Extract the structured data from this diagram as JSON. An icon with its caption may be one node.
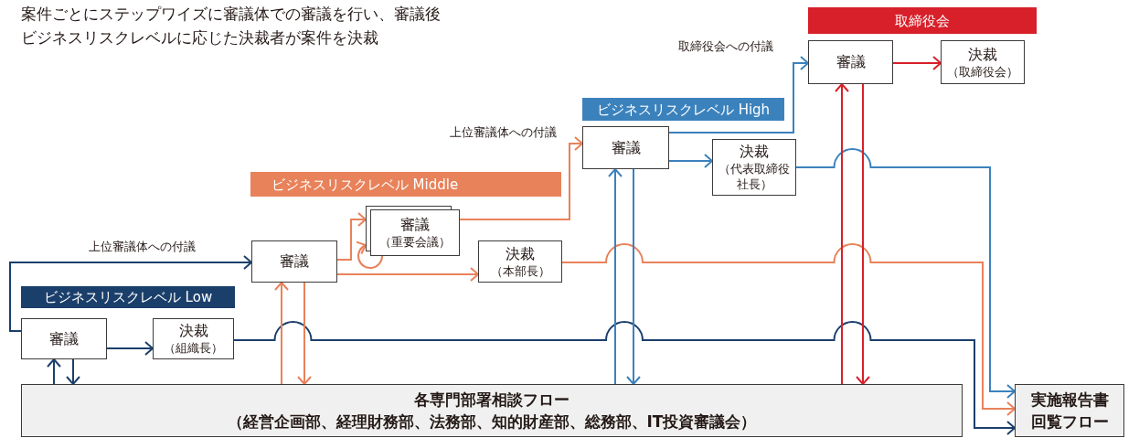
{
  "diagram": {
    "title": "案件ごとにステップワイズに審議体での審議を行い、審議後ビジネスリスクレベルに応じた決裁者が案件を決裁",
    "nodes": [
      {
        "text": [
          "ビジネスリスクレベル Low"
        ]
      },
      {
        "text": [
          "審議"
        ]
      },
      {
        "text": [
          "決裁",
          "（組織長）"
        ]
      },
      {
        "text": [
          "ビジネスリスクレベル Middle"
        ]
      },
      {
        "text": [
          "審議"
        ]
      },
      {
        "text": [
          "審議",
          "（重要会議）"
        ]
      },
      {
        "text": [
          "決裁",
          "（本部長）"
        ]
      },
      {
        "text": [
          "ビジネスリスクレベル High"
        ]
      },
      {
        "text": [
          "審議"
        ]
      },
      {
        "text": [
          "決裁",
          "（代表取締役社長）"
        ]
      },
      {
        "text": [
          "取締役会"
        ]
      },
      {
        "text": [
          "審議"
        ]
      },
      {
        "text": [
          "決裁",
          "（取締役会）"
        ]
      },
      {
        "text": [
          "各専門部署相談フロー",
          "（経営企画部、経理財務部、法務部、知的財産部、総務部、IT投資審議会）"
        ]
      },
      {
        "text": [
          "実施報告書回覧フロー"
        ]
      }
    ],
    "edges": [
      {
        "from": 1,
        "to": 4,
        "arrow": "to",
        "label": "上位審議体への付議",
        "color": "#1b3f6b"
      },
      {
        "from": 1,
        "to": 2,
        "arrow": "to",
        "color": "#1b3f6b"
      },
      {
        "from": 13,
        "to": 1,
        "arrow": "to",
        "color": "#1b3f6b"
      },
      {
        "from": 1,
        "to": 13,
        "arrow": "to",
        "color": "#1b3f6b"
      },
      {
        "from": 2,
        "to": 14,
        "arrow": "to",
        "color": "#1b3f6b"
      },
      {
        "from": 6,
        "to": 14,
        "arrow": "to",
        "color": "#e8825a"
      },
      {
        "from": 9,
        "to": 14,
        "arrow": "to",
        "color": "#3b82bd"
      },
      {
        "from": 4,
        "to": 5,
        "arrow": "to",
        "color": "#e8825a"
      },
      {
        "from": 5,
        "to": 5,
        "arrow": "to",
        "color": "#e8825a"
      },
      {
        "from": 4,
        "to": 6,
        "arrow": "to",
        "color": "#e8825a"
      },
      {
        "from": 5,
        "to": 8,
        "arrow": "to",
        "label": "上位審議体への付議",
        "color": "#e8825a"
      },
      {
        "from": 13,
        "to": 4,
        "arrow": "to",
        "color": "#e8825a"
      },
      {
        "from": 4,
        "to": 13,
        "arrow": "to",
        "color": "#e8825a"
      },
      {
        "from": 8,
        "to": 11,
        "arrow": "to",
        "label": "取締役会への付議",
        "color": "#3b82bd"
      },
      {
        "from": 8,
        "to": 9,
        "arrow": "to",
        "color": "#3b82bd"
      },
      {
        "from": 13,
        "to": 8,
        "arrow": "to",
        "color": "#3b82bd"
      },
      {
        "from": 8,
        "to": 13,
        "arrow": "to",
        "color": "#3b82bd"
      },
      {
        "from": 11,
        "to": 12,
        "arrow": "to",
        "color": "#d7202a"
      },
      {
        "from": 13,
        "to": 11,
        "arrow": "to",
        "color": "#d7202a"
      },
      {
        "from": 11,
        "to": 13,
        "arrow": "to",
        "color": "#d7202a"
      }
    ]
  }
}
